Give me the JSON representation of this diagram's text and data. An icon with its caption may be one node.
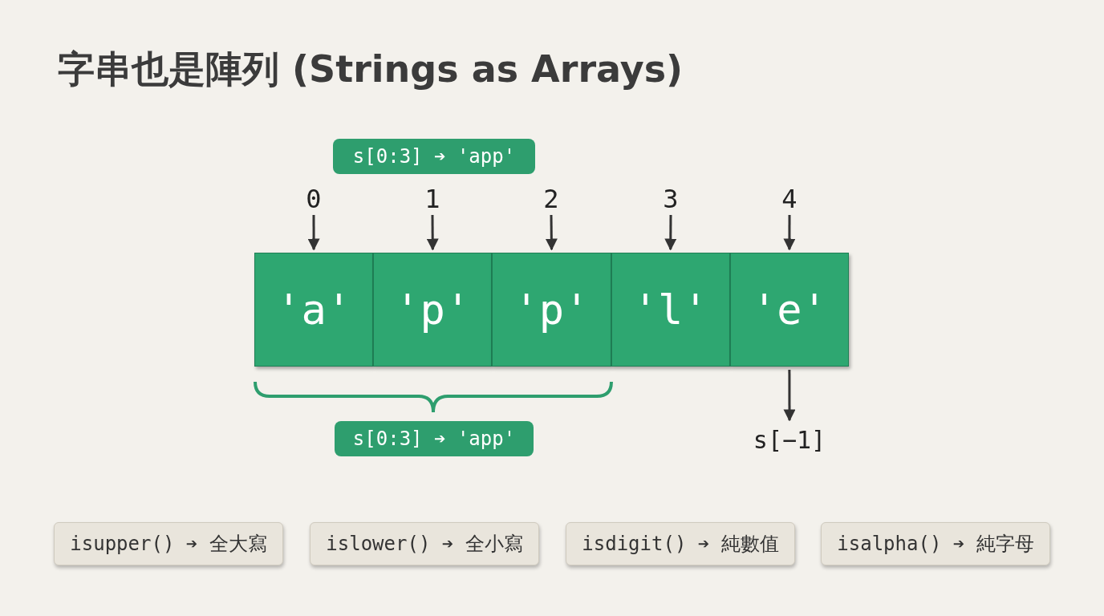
{
  "diagram": {
    "title": "字串也是陣列 (Strings as Arrays)",
    "nodes": [
      {
        "text": [
          "s[0:3] ➔ 'app'"
        ]
      },
      {
        "text": [
          "0"
        ]
      },
      {
        "text": [
          "1"
        ]
      },
      {
        "text": [
          "2"
        ]
      },
      {
        "text": [
          "3"
        ]
      },
      {
        "text": [
          "4"
        ]
      },
      {
        "text": [
          "'a'"
        ]
      },
      {
        "text": [
          "'p'"
        ]
      },
      {
        "text": [
          "'p'"
        ]
      },
      {
        "text": [
          "'l'"
        ]
      },
      {
        "text": [
          "'e'"
        ]
      },
      {
        "text": [
          "s[0:3] ➔ 'app'"
        ]
      },
      {
        "text": [
          "s[−1]"
        ]
      },
      {
        "text": [
          "isupper() ➔ 全大寫"
        ]
      },
      {
        "text": [
          "islower() ➔ 全小寫"
        ]
      },
      {
        "text": [
          "isdigit() ➔ 純數值"
        ]
      },
      {
        "text": [
          "isalpha() ➔ 純字母"
        ]
      }
    ],
    "edges": [
      {
        "from": 1,
        "to": 6,
        "arrow": "to"
      },
      {
        "from": 2,
        "to": 7,
        "arrow": "to"
      },
      {
        "from": 3,
        "to": 8,
        "arrow": "to"
      },
      {
        "from": 4,
        "to": 9,
        "arrow": "to"
      },
      {
        "from": 5,
        "to": 10,
        "arrow": "to"
      },
      {
        "from": 10,
        "to": 12,
        "arrow": "to"
      }
    ]
  }
}
